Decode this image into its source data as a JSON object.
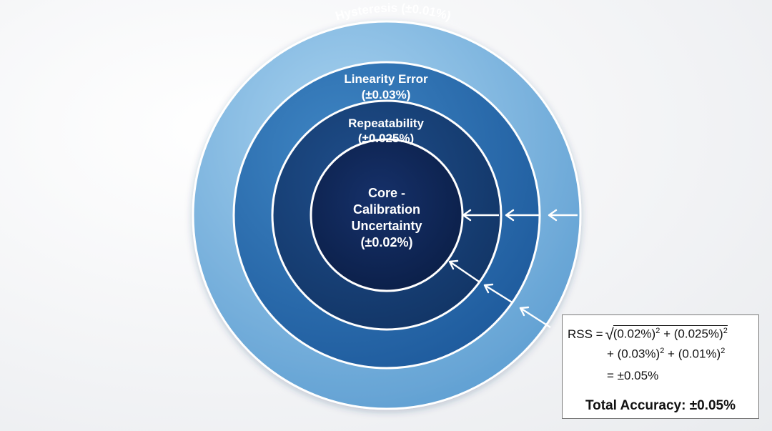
{
  "diagram": {
    "rings": [
      {
        "id": "hysteresis",
        "label": "Hysteresis (±0.01%)"
      },
      {
        "id": "linearity",
        "line1": "Linearity Error",
        "line2": "(±0.03%)"
      },
      {
        "id": "repeatability",
        "line1": "Repeatability",
        "line2": "(±0.025%)"
      }
    ],
    "core": {
      "line1": "Core -",
      "line2": "Calibration",
      "line3": "Uncertainty",
      "line4": "(±0.02%)"
    },
    "colors": {
      "outer_ring": "#7fb6e0",
      "middle_ring": "#2a6cae",
      "inner_ring": "#173f78",
      "core": "#0f2653",
      "ring_border": "#ffffff"
    }
  },
  "formula": {
    "prefix": "RSS =",
    "sqrt_symbol": "√",
    "term1": "(0.02%)",
    "term2": "+ (0.025%)",
    "term3": "+ (0.03%)",
    "term4": "+ (0.01%)",
    "exponent": "2",
    "result": "= ±0.05%",
    "total": "Total Accuracy: ±0.05%"
  }
}
